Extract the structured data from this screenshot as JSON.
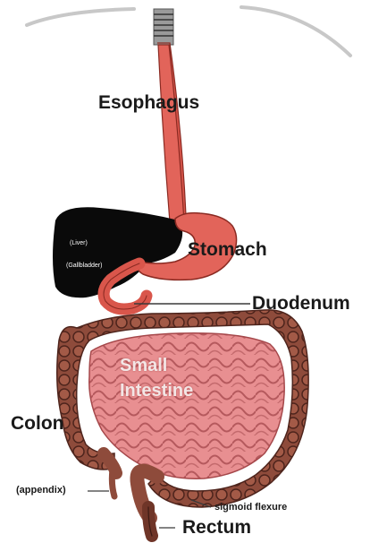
{
  "labels": {
    "esophagus": "Esophagus",
    "stomach": "Stomach",
    "liver": "(Liver)",
    "gallbladder": "(Gallbladder)",
    "duodenum": "Duodenum",
    "small_intestine_line1": "Small",
    "small_intestine_line2": "Intestine",
    "colon": "Colon",
    "appendix": "(appendix)",
    "sigmoid_flexure": "sigmoid flexure",
    "rectum": "Rectum"
  },
  "colors": {
    "organ_red": "#e2645a",
    "organ_dark_red": "#b83c34",
    "small_intestine": "#e38a8c",
    "colon_brown": "#8b4a3a",
    "colon_dark": "#5a2a22",
    "liver": "#0a0a0a",
    "outline": "#555555"
  }
}
